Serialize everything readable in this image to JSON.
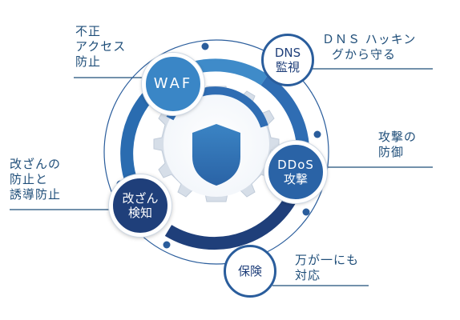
{
  "nodes": {
    "waf": {
      "lines": [
        "WAF"
      ]
    },
    "dns": {
      "lines": [
        "DNS",
        "監視"
      ]
    },
    "ddos": {
      "lines": [
        "DDoS",
        "攻撃"
      ]
    },
    "kaizan": {
      "lines": [
        "改ざん",
        "検知"
      ]
    },
    "hoken": {
      "lines": [
        "保険"
      ]
    }
  },
  "labels": {
    "waf": [
      "不正",
      "アクセス",
      "防止"
    ],
    "dns": [
      "ＤＮＳ ハッキン",
      "グから守る"
    ],
    "ddos": [
      "攻撃の",
      "防御"
    ],
    "kaizan": [
      "改ざんの",
      "防止と",
      "誘導防止"
    ],
    "hoken": [
      "万が一にも",
      "対応"
    ]
  },
  "colors": {
    "dark_navy": "#1f3f7a",
    "mid_blue": "#2a6cb0",
    "light_blue": "#3f8bc9",
    "ring_blue": "#2f6db3",
    "gray_ring": "#c7d2df",
    "line": "#1f4e79"
  }
}
